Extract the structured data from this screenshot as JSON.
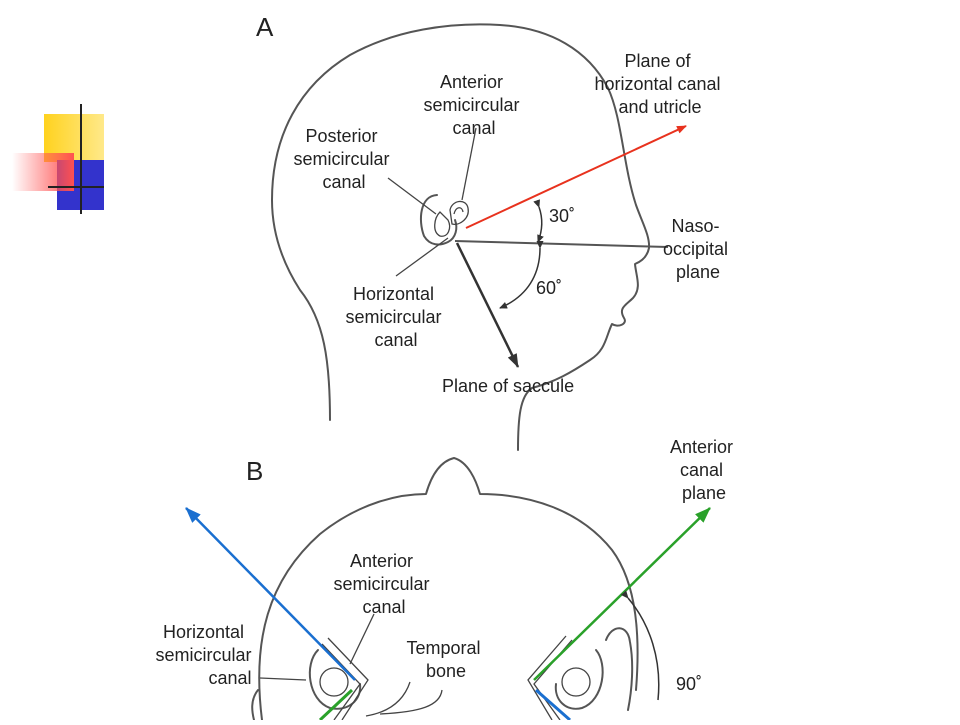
{
  "slide_decoration": {
    "colors": [
      "#ffd21e",
      "#ff5050",
      "#3333cc",
      "#222222"
    ]
  },
  "panel_a": {
    "label": "A",
    "anterior_canal": [
      "Anterior",
      "semicircular",
      "canal"
    ],
    "posterior_canal": [
      "Posterior",
      "semicircular",
      "canal"
    ],
    "horizontal_canal": [
      "Horizontal",
      "semicircular",
      "canal"
    ],
    "plane_horizontal": [
      "Plane of",
      "horizontal canal",
      "and utricle"
    ],
    "naso_occipital": [
      "Naso-",
      "occipital",
      "plane"
    ],
    "angle_upper": "30˚",
    "angle_lower": "60˚",
    "plane_saccule": "Plane of saccule",
    "colors": {
      "horizontal_plane_arrow": "#e8321e",
      "saccule_arrow": "#333333"
    }
  },
  "panel_b": {
    "label": "B",
    "anterior_canal_plane": [
      "Anterior",
      "canal",
      "plane"
    ],
    "anterior_canal": [
      "Anterior",
      "semicircular",
      "canal"
    ],
    "horizontal_canal": [
      "Horizontal",
      "semicircular",
      "canal"
    ],
    "temporal_bone": [
      "Temporal",
      "bone"
    ],
    "angle": "90˚",
    "colors": {
      "left_arrow": "#1a6fd0",
      "right_arrow": "#2aa12a"
    }
  }
}
